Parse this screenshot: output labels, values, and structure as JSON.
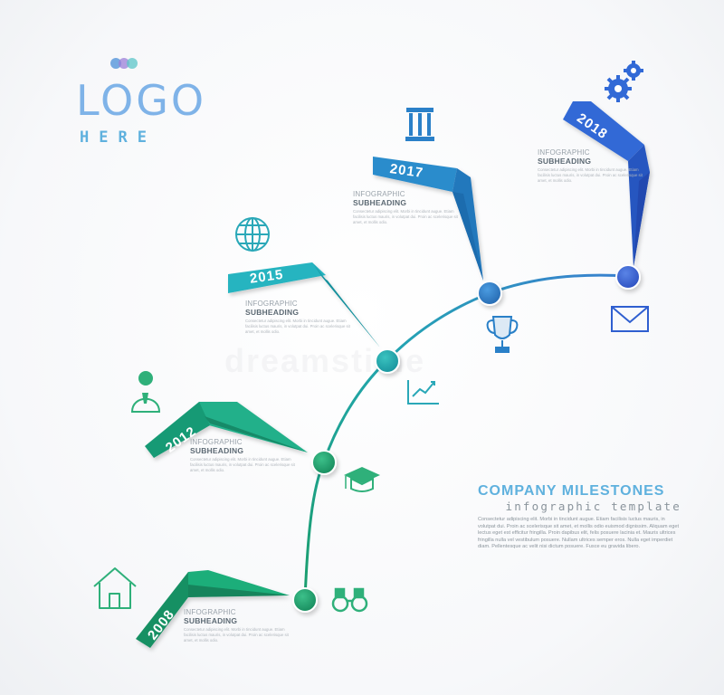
{
  "logo": {
    "word": "LOGO",
    "subword": "HERE",
    "dot_colors": [
      "#4a8fd8",
      "#9b7fd8",
      "#5cc6c8"
    ]
  },
  "colors": {
    "green": "#1a9e6c",
    "teal": "#22a6b0",
    "blue": "#2c7fc6",
    "deep_blue": "#2f5fd0",
    "icon_green": "#2fb07a",
    "icon_teal": "#2aa8b8",
    "icon_blue": "#3a80d0"
  },
  "milestones": [
    {
      "year": "2008",
      "title": "INFOGRAPHIC",
      "subtitle": "SUBHEADING",
      "body": "Consectetur adipiscing elit. Morbi in tincidunt augue. Etiam facilisis luctus mauris, in volutpat dui. Proin ac scelerisque sit amet, et mollis odio."
    },
    {
      "year": "2012",
      "title": "INFOGRAPHIC",
      "subtitle": "SUBHEADING",
      "body": "Consectetur adipiscing elit. Morbi in tincidunt augue. Etiam facilisis luctus mauris, in volutpat dui. Proin ac scelerisque sit amet, et mollis odio."
    },
    {
      "year": "2015",
      "title": "INFOGRAPHIC",
      "subtitle": "SUBHEADING",
      "body": "Consectetur adipiscing elit. Morbi in tincidunt augue. Etiam facilisis luctus mauris, in volutpat dui. Proin ac scelerisque sit amet, et mollis odio."
    },
    {
      "year": "2017",
      "title": "INFOGRAPHIC",
      "subtitle": "SUBHEADING",
      "body": "Consectetur adipiscing elit. Morbi in tincidunt augue. Etiam facilisis luctus mauris, in volutpat dui. Proin ac scelerisque sit amet, et mollis odio."
    },
    {
      "year": "2018",
      "title": "INFOGRAPHIC",
      "subtitle": "SUBHEADING",
      "body": "Consectetur adipiscing elit. Morbi in tincidunt augue. Etiam facilisis luctus mauris, in volutpat dui. Proin ac scelerisque sit amet, et mollis odio."
    }
  ],
  "icons": [
    "house-icon",
    "binoculars-icon",
    "user-icon",
    "graduation-cap-icon",
    "globe-icon",
    "chart-icon",
    "column-icon",
    "trophy-icon",
    "gears-icon",
    "envelope-icon"
  ],
  "company": {
    "title": "COMPANY MILESTONES",
    "subtitle": "infographic template",
    "body": "Consectetur adipiscing elit. Morbi in tincidunt augue. Etiam facilisis luctus mauris, in volutpat dui. Proin ac scelerisque sit amet, et mollis odio euismod dignissim. Aliquam eget lectus eget est efficitur fringilla. Proin dapibus elit, felis posuere lacinia et. Mauris ultrices fringilla nulla vel vestibulum posuere. Nullam ultrices semper eros. Nulla eget imperdiet diam. Pellentesque ac velit nisi dictum posuere. Fusce eu gravida libero."
  },
  "watermark": "dreamstime"
}
